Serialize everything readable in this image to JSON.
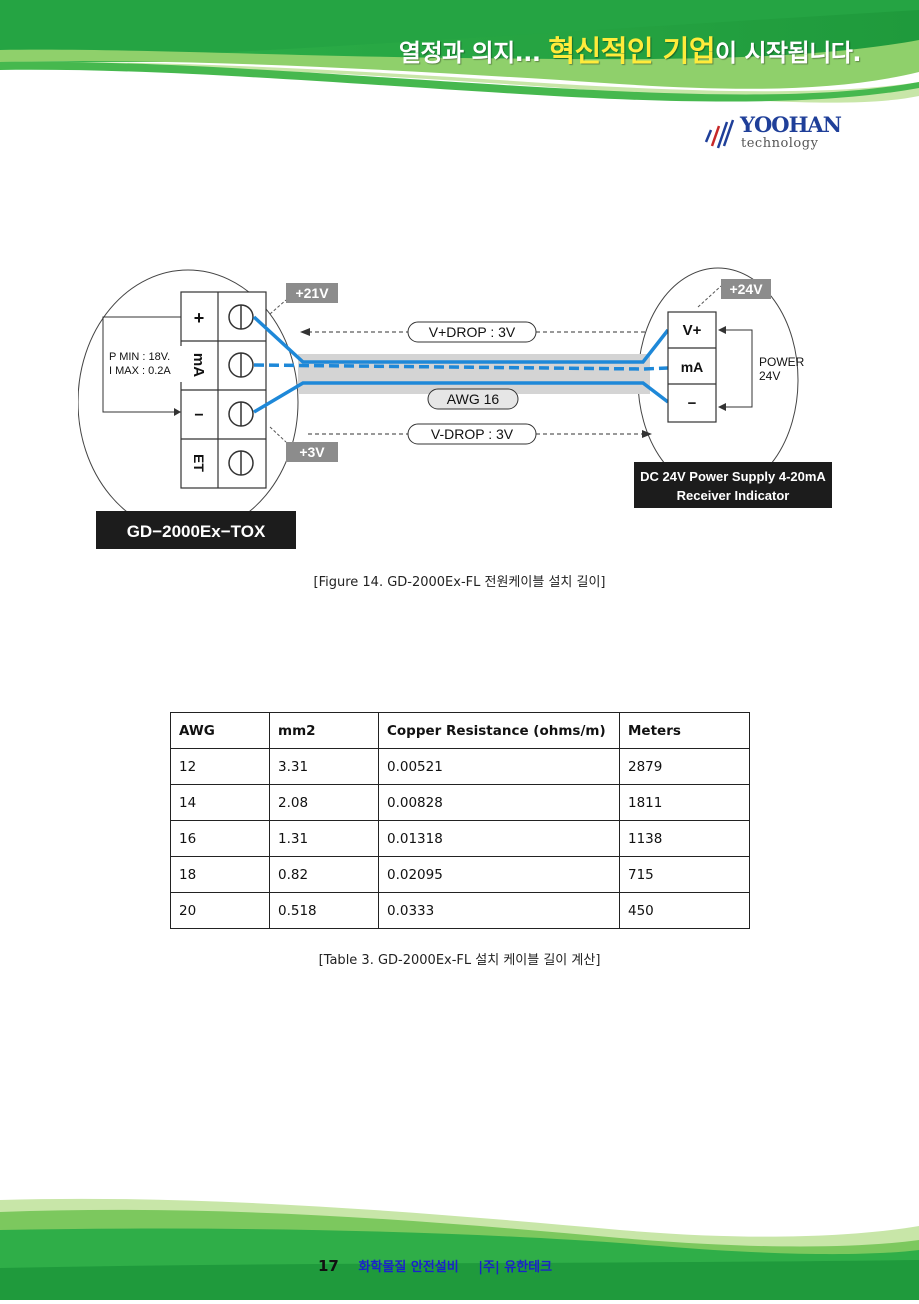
{
  "header": {
    "slogan_prefix": "열정과 의지...",
    "slogan_highlight": "혁신적인 기업",
    "slogan_suffix": "이 시작됩니다."
  },
  "logo": {
    "word": "YOOHAN",
    "sub": "technology"
  },
  "diagram": {
    "device_name": "GD−2000Ex−TOX",
    "terminal_labels": [
      "+",
      "mA",
      "−",
      "ET"
    ],
    "p_min": "P MIN : 18V.",
    "i_max": "I MAX : 0.2A",
    "plus21": "+21V",
    "plus3": "+3V",
    "plus24": "+24V",
    "vdrop_plus": "V+DROP : 3V",
    "vdrop_minus": "V-DROP : 3V",
    "awg": "AWG 16",
    "receiver_terminals": [
      "V+",
      "mA",
      "−"
    ],
    "power_label_1": "POWER",
    "power_label_2": "24V",
    "receiver_title_1": "DC 24V Power Supply 4-20mA",
    "receiver_title_2": "Receiver Indicator"
  },
  "figure_caption": "[Figure 14. GD-2000Ex-FL 전원케이블 설치 길이]",
  "table": {
    "headers": [
      "AWG",
      "mm2",
      "Copper Resistance (ohms/m)",
      "Meters"
    ],
    "rows": [
      [
        "12",
        "3.31",
        "0.00521",
        "2879"
      ],
      [
        "14",
        "2.08",
        "0.00828",
        "1811"
      ],
      [
        "16",
        "1.31",
        "0.01318",
        "1138"
      ],
      [
        "18",
        "0.82",
        "0.02095",
        "715"
      ],
      [
        "20",
        "0.518",
        "0.0333",
        "450"
      ]
    ]
  },
  "table_caption": "[Table 3. GD-2000Ex-FL 설치 케이블 길이 계산]",
  "footer": {
    "page_number": "17",
    "company_a": "화학물질 안전설비",
    "company_b": "|주| 유한테크"
  },
  "colors": {
    "header_green": "#2ea844",
    "highlight_yellow": "#ffeb3b",
    "wire_blue": "#1e88d8",
    "cable_gray": "#d4d4d4",
    "label_gray": "#8c8c8c",
    "dark_box": "#1c1c1c",
    "company_blue": "#1a23c9"
  }
}
